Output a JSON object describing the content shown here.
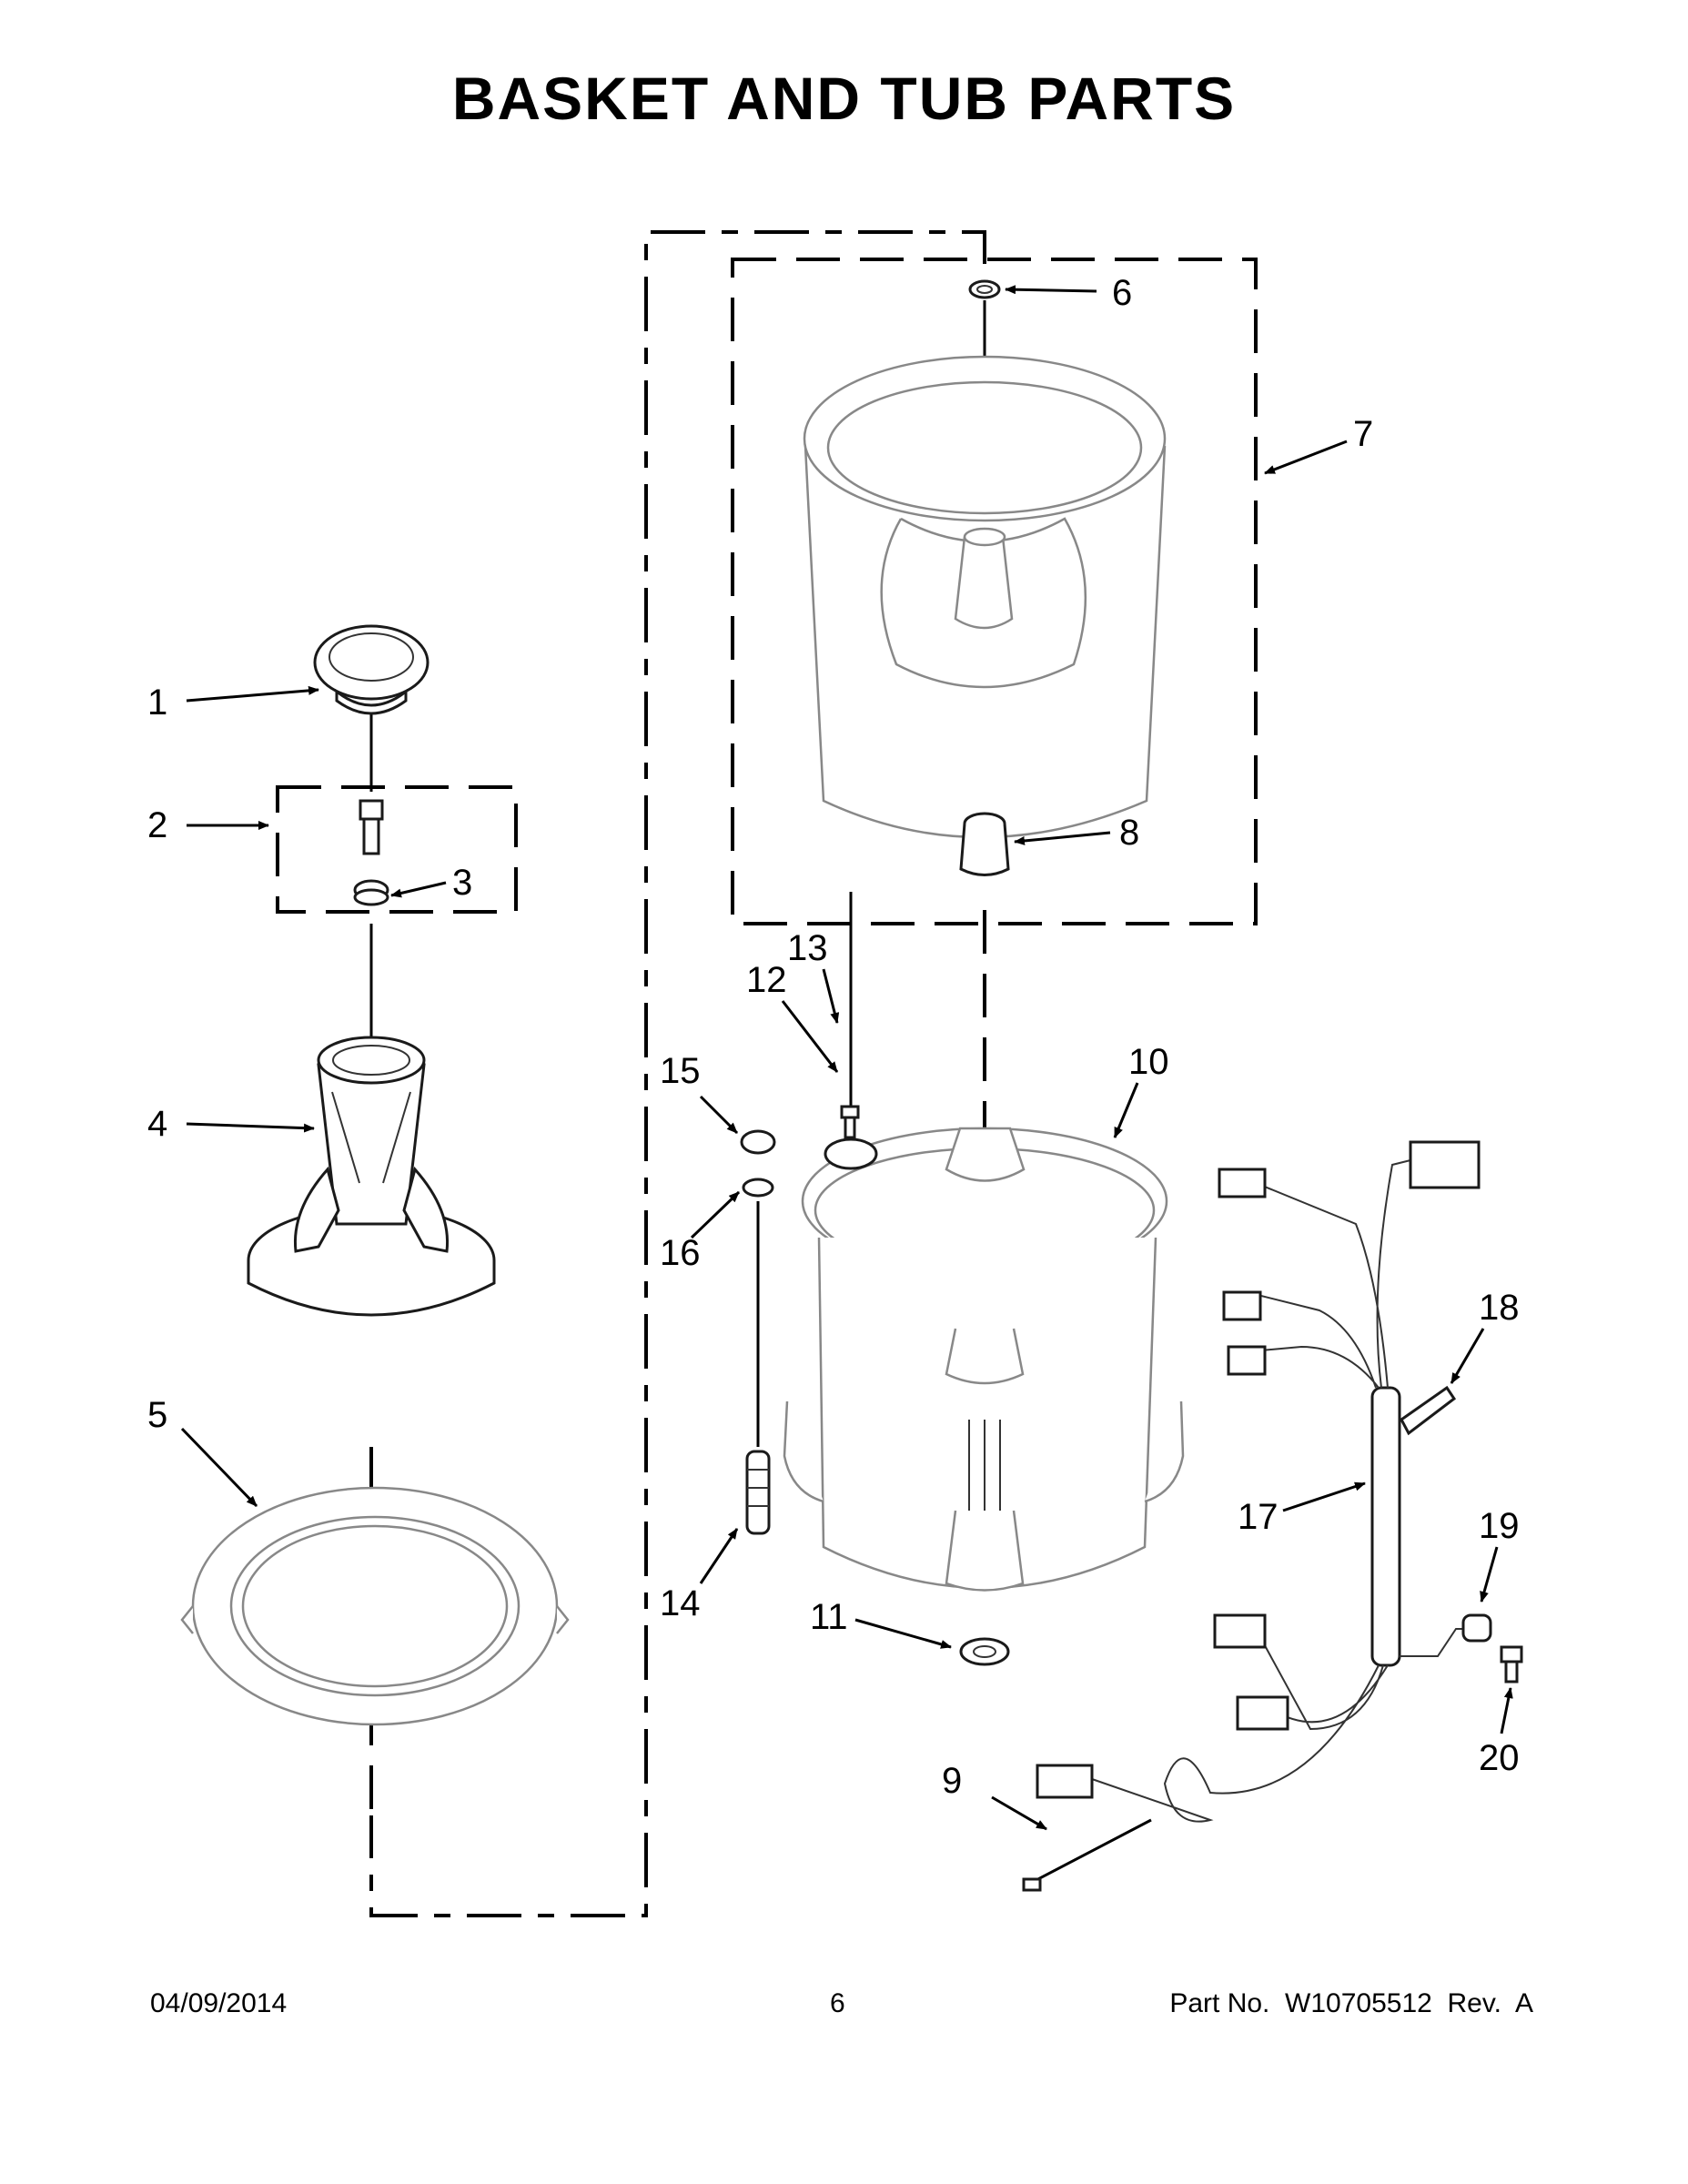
{
  "title": "BASKET AND TUB PARTS",
  "callouts": [
    "1",
    "2",
    "3",
    "4",
    "5",
    "6",
    "7",
    "8",
    "9",
    "10",
    "11",
    "12",
    "13",
    "14",
    "15",
    "16",
    "17",
    "18",
    "19",
    "20"
  ],
  "footer": {
    "date": "04/09/2014",
    "page": "6",
    "part_number": "Part No.  W10705512  Rev.  A"
  }
}
